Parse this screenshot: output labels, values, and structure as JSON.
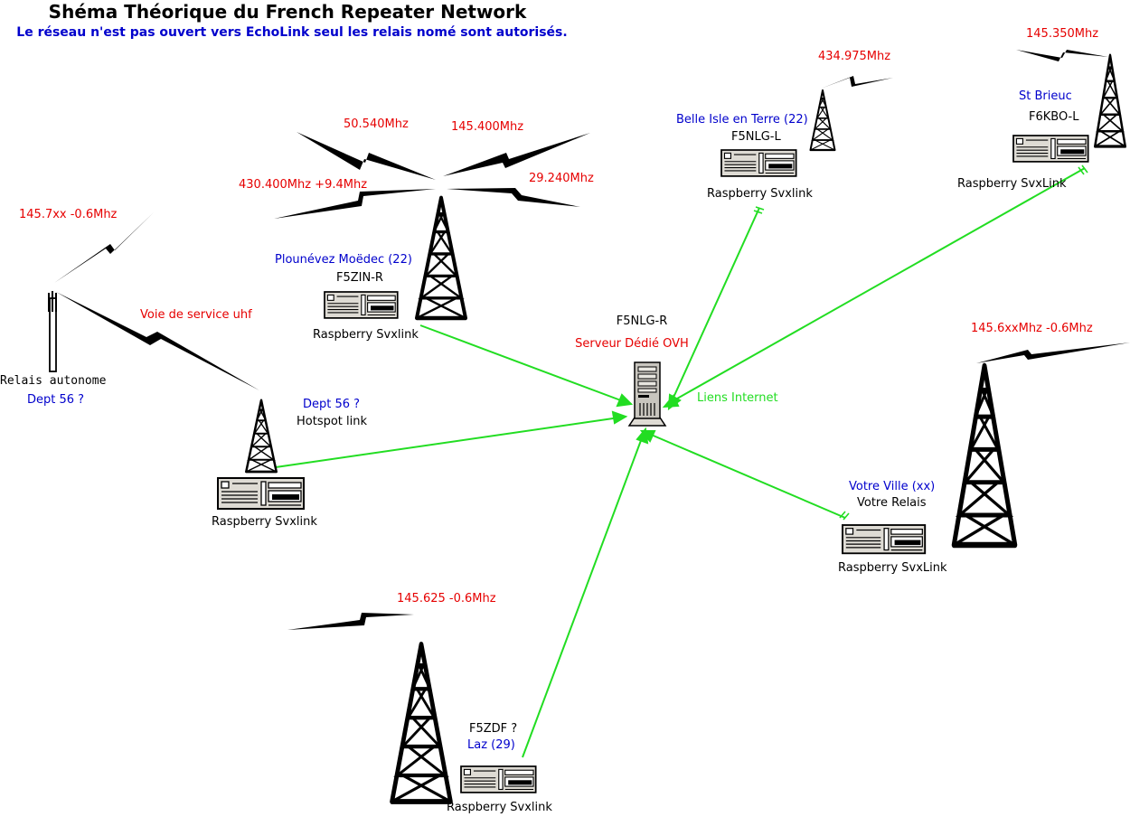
{
  "title": "Shéma Théorique du French Repeater Network",
  "subtitle": "Le réseau n'est pas ouvert vers EchoLink seul les relais nomé sont autorisés.",
  "colors": {
    "frequency": "#e60000",
    "location": "#0000cc",
    "text": "#000000",
    "link": "#22dd22"
  },
  "server": {
    "callsign": "F5NLG-R",
    "role": "Serveur Dédié OVH",
    "links_label": "Liens Internet",
    "icon": "server-tower-icon"
  },
  "nodes": {
    "plounevez": {
      "location": "Plounévez Moëdec (22)",
      "callsign": "F5ZIN-R",
      "device": "Raspberry Svxlink",
      "frequencies": [
        "50.540Mhz",
        "145.400Mhz",
        "430.400Mhz +9.4Mhz",
        "29.240Mhz"
      ]
    },
    "belle_isle": {
      "location": "Belle Isle en Terre (22)",
      "callsign": "F5NLG-L",
      "device": "Raspberry Svxlink",
      "frequency": "434.975Mhz"
    },
    "st_brieuc": {
      "location": "St Brieuc",
      "callsign": "F6KBO-L",
      "device": "Raspberry SvxLink",
      "frequency": "145.350Mhz"
    },
    "dept56": {
      "location": "Dept 56 ?",
      "role": "Hotspot link",
      "device": "Raspberry Svxlink",
      "service_link": "Voie de service uhf"
    },
    "relais_autonome": {
      "name": "Relais autonome",
      "location": "Dept 56 ?",
      "frequency": "145.7xx -0.6Mhz"
    },
    "votre_ville": {
      "location": "Votre Ville (xx)",
      "role": "Votre Relais",
      "device": "Raspberry SvxLink",
      "frequency": "145.6xxMhz -0.6Mhz"
    },
    "laz": {
      "callsign": "F5ZDF ?",
      "location": "Laz (29)",
      "device": "Raspberry Svxlink",
      "frequency": "145.625 -0.6Mhz"
    }
  }
}
